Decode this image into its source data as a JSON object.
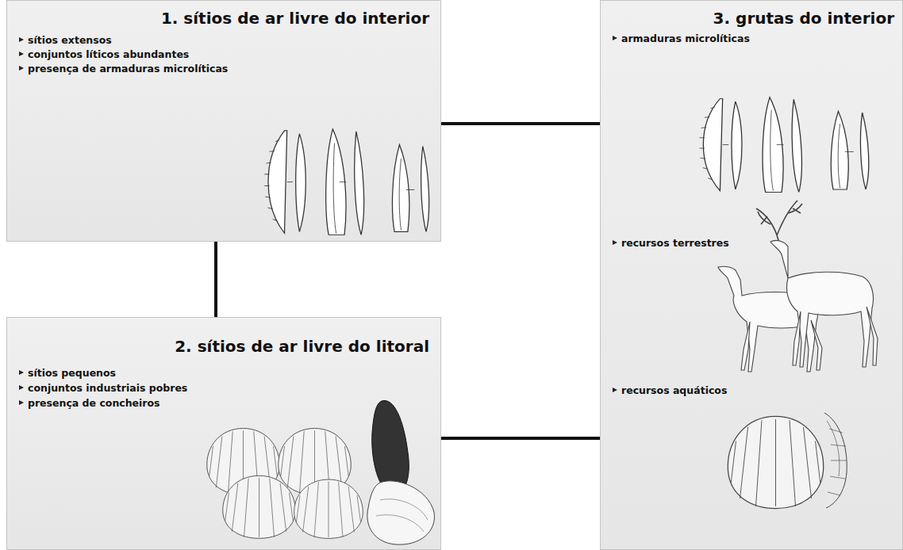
{
  "diagram": {
    "nodes": [
      {
        "text": [
          "1. sítios de ar livre do interior",
          "sítios extensos",
          "conjuntos líticos abundantes",
          "presença de armaduras microlíticas"
        ]
      },
      {
        "text": [
          "2. sítios de ar livre do litoral",
          "sítios pequenos",
          "conjuntos industriais pobres",
          "presença de concheiros"
        ]
      },
      {
        "text": [
          "3. grutas do interior",
          "armaduras microlíticas",
          "recursos terrestres",
          "recursos aquáticos"
        ]
      }
    ],
    "edges": [
      {
        "from": 0,
        "to": 1,
        "arrow": "none"
      },
      {
        "from": 0,
        "to": 2,
        "arrow": "none"
      },
      {
        "from": 1,
        "to": 2,
        "arrow": "none"
      }
    ]
  }
}
